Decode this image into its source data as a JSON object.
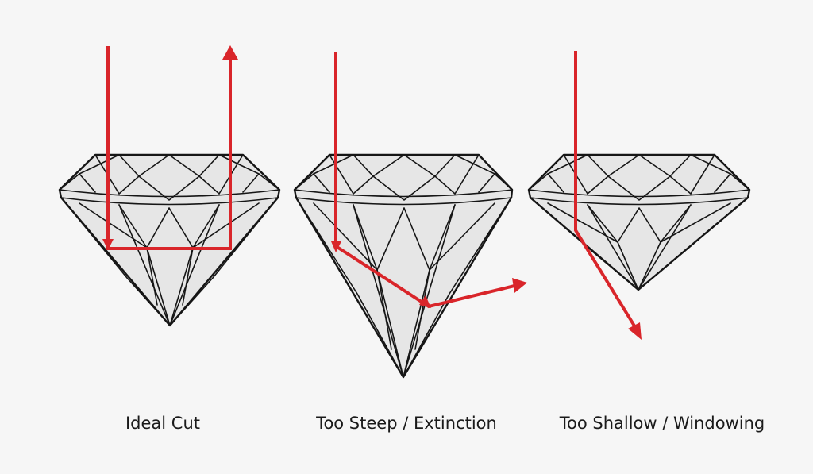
{
  "captions": {
    "ideal": "Ideal Cut",
    "steep": "Too Steep / Extinction",
    "shallow": "Too Shallow / Windowing"
  },
  "colors": {
    "background": "#f6f6f6",
    "diamond_fill": "#e6e6e6",
    "outline": "#161616",
    "light_ray": "#d9252a"
  }
}
